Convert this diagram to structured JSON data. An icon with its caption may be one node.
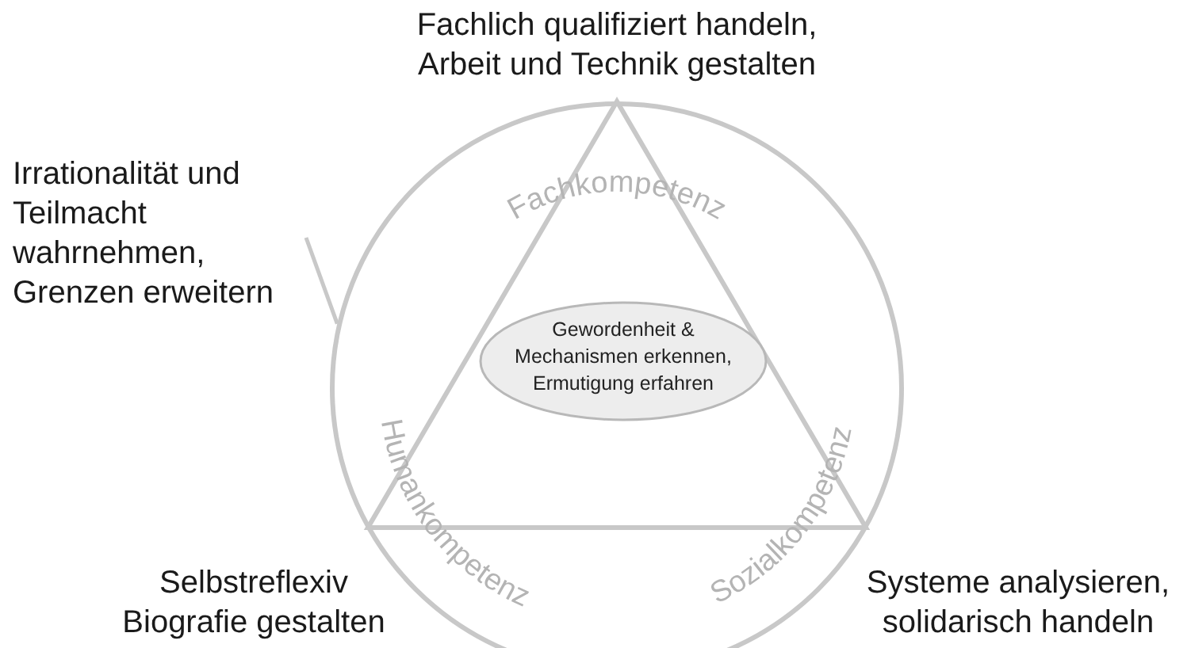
{
  "diagram": {
    "nodes": [
      {
        "text": [
          "Irrationalität und Teilmacht wahrnehmen, Grenzen erweitern"
        ]
      },
      {
        "text": [],
        "shape": "circle"
      },
      {
        "text": [
          "Gewordenheit & Mechanismen erkennen, Ermutigung erfahren"
        ],
        "in": 1
      }
    ],
    "edges": [
      {
        "from": 0,
        "to": 1,
        "arrow": "none"
      }
    ],
    "labels": [
      "Fachlich qualifiziert handeln, Arbeit und Technik gestalten",
      "Fachkompetenz",
      "Humankompetenz",
      "Sozialkompetenz",
      "Selbstreflexiv Biografie gestalten",
      "Systeme analysieren, solidarisch handeln"
    ]
  }
}
